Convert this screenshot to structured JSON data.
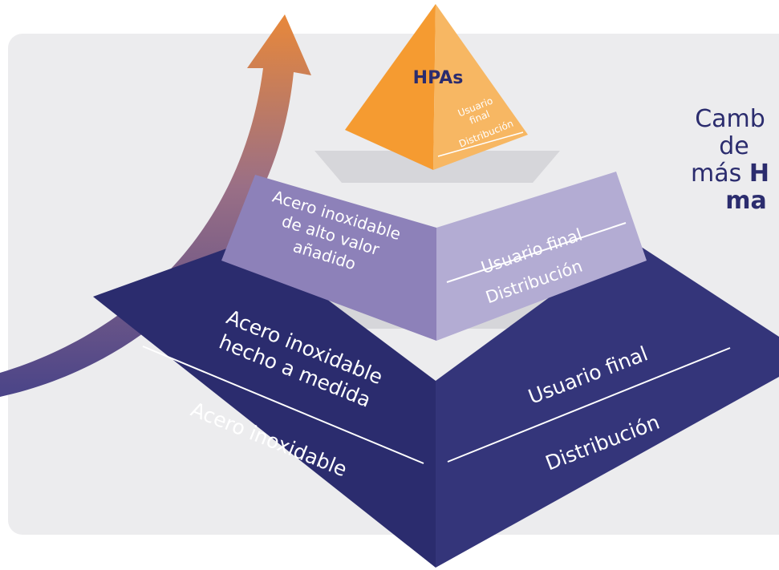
{
  "colors": {
    "panel": "#ececee",
    "shelf": "#d6d6da",
    "top_left": "#f59b31",
    "top_right": "#f7b763",
    "mid_left": "#8d81b9",
    "mid_right": "#b3acd3",
    "base_left": "#2b2c6e",
    "base_right": "#34357a",
    "arrow_top": "#e8883a",
    "arrow_bottom": "#4a4488",
    "text_navy": "#2b2c6e"
  },
  "top_tier": {
    "title": "HPAs",
    "right_labels": [
      "Usuario",
      "final",
      "Distribución"
    ]
  },
  "middle_tier": {
    "left_label": [
      "Acero inoxidable",
      "de alto valor",
      "añadido"
    ],
    "right_top": "Usuario final",
    "right_bottom": "Distribución"
  },
  "base_tier": {
    "left_top": [
      "Acero inoxidable",
      "hecho a medida"
    ],
    "left_bottom": "Acero inoxidable",
    "right_top": "Usuario final",
    "right_bottom": "Distribución"
  },
  "side_text": {
    "line1": "Camb",
    "line2": "de",
    "line3_prefix": "más ",
    "line3_bold": "H",
    "line4_bold": "ma"
  }
}
